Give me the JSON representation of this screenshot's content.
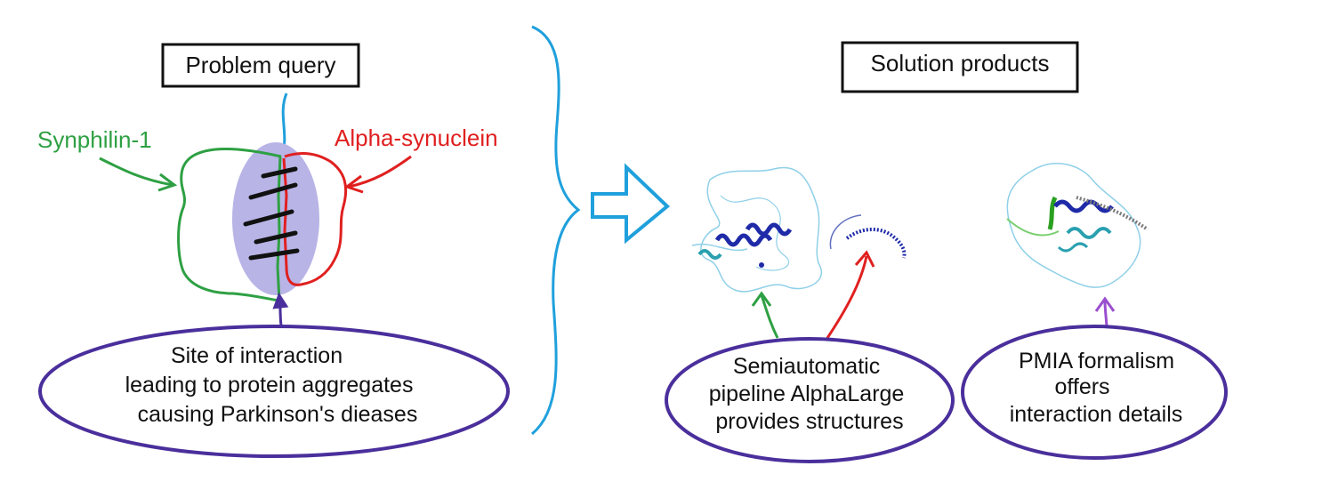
{
  "left": {
    "title": "Problem query",
    "synphilin_label": "Synphilin-1",
    "alpha_label": "Alpha-synuclein",
    "site_lines": [
      "Site of interaction",
      "leading to protein aggregates",
      "causing Parkinson's dieases"
    ]
  },
  "right": {
    "title": "Solution products",
    "pipeline_lines": [
      "Semiautomatic",
      "pipeline AlphaLarge",
      "provides structures"
    ],
    "pmia_lines": [
      "PMIA formalism",
      "offers",
      "interaction details"
    ]
  },
  "colors": {
    "green": "#2ea043",
    "red": "#e02020",
    "blue": "#1fa0dc",
    "purple": "#4a2f9c",
    "violet": "#9b4fd0",
    "interaction_fill": "#b8b4e6",
    "structure_light": "#8fd0e8",
    "structure_dark": "#1f2aa8"
  }
}
